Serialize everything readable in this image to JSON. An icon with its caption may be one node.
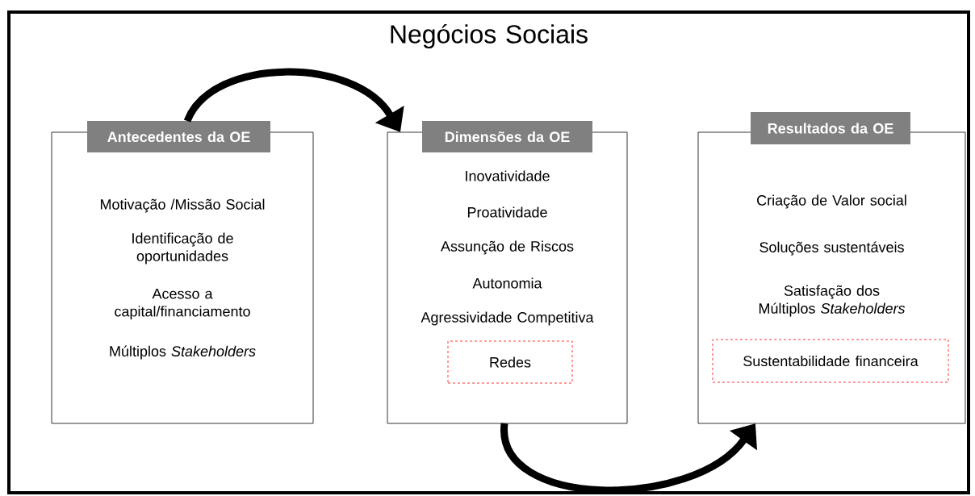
{
  "diagram": {
    "nodes": [
      {
        "text": [
          "Negócios Sociais"
        ]
      },
      {
        "text": [
          "Antecedentes da OE",
          "Motivação /Missão Social",
          "Identificação de oportunidades",
          "Acesso a capital/financiamento",
          "Múltiplos *Stakeholders*"
        ],
        "in": 0
      },
      {
        "text": [
          "Dimensões da OE",
          "Inovatividade",
          "Proatividade",
          "Assunção de Riscos",
          "Autonomia",
          "Agressividade Competitiva"
        ],
        "in": 0
      },
      {
        "text": [
          "Redes"
        ],
        "in": 2
      },
      {
        "text": [
          "Resultados da OE",
          "Criação de Valor social",
          "Soluções sustentáveis",
          "Satisfação dos Múltiplos *Stakeholders*"
        ],
        "in": 0
      },
      {
        "text": [
          "Sustentabilidade financeira"
        ],
        "in": 4
      }
    ],
    "edges": [
      {
        "from": 1,
        "to": 2,
        "arrow": "to"
      },
      {
        "from": 2,
        "to": 4,
        "arrow": "to"
      }
    ]
  }
}
